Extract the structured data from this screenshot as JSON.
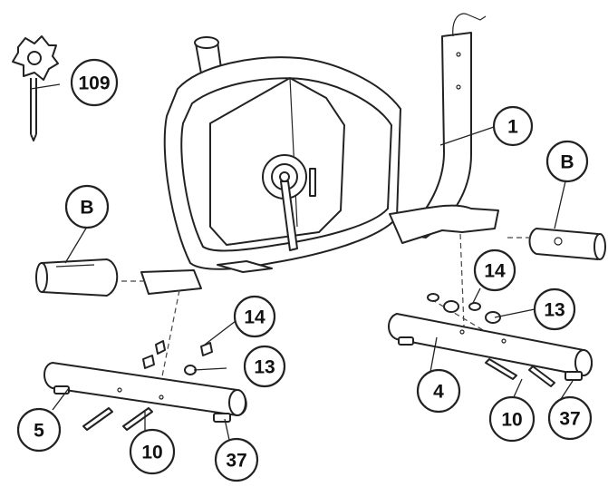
{
  "callouts": {
    "c109": "109",
    "c1": "1",
    "b_left": "B",
    "b_right": "B",
    "c14_left": "14",
    "c13_left": "13",
    "c5": "5",
    "c10_left": "10",
    "c37_left": "37",
    "c14_right": "14",
    "c13_right": "13",
    "c4": "4",
    "c10_right": "10",
    "c37_right": "37"
  }
}
